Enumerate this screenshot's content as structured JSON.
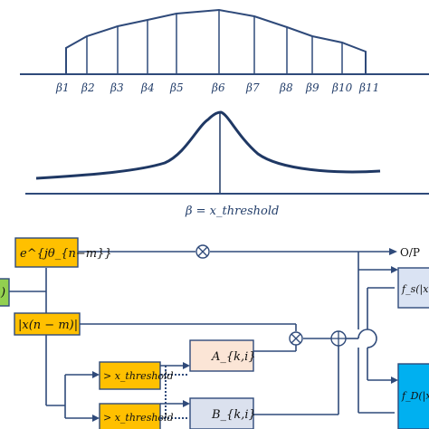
{
  "top_diagram": {
    "beta_labels": [
      "β1",
      "β2",
      "β3",
      "β4",
      "β5",
      "β6",
      "β7",
      "β8",
      "β9",
      "β10",
      "β11"
    ]
  },
  "curve_diagram": {
    "threshold_label": "β = x_threshold"
  },
  "block_diagram": {
    "exp_box": "e^{jθ_{n−m}}",
    "abs_box": "|x(n − m)|",
    "input_box_fragment": ")",
    "threshold_box_1": "> x_threshold",
    "threshold_box_2": "> x_threshold",
    "a_box": "A_{k,i}",
    "b_box": "B_{k,i}",
    "fs_box": "f_s(|x",
    "fd_box": "f_D(|x",
    "output_label": "O/P"
  },
  "colors": {
    "line": "#2f4a7a",
    "curve": "#1f3864",
    "yellow_box": "#ffc000",
    "green_box": "#92d050",
    "peach_box": "#fbe5d6",
    "lightblue_box": "#dae3f3",
    "gray_box": "#dbe1ee",
    "blue_box": "#00b0f0",
    "box_border": "#2f4a7a"
  }
}
